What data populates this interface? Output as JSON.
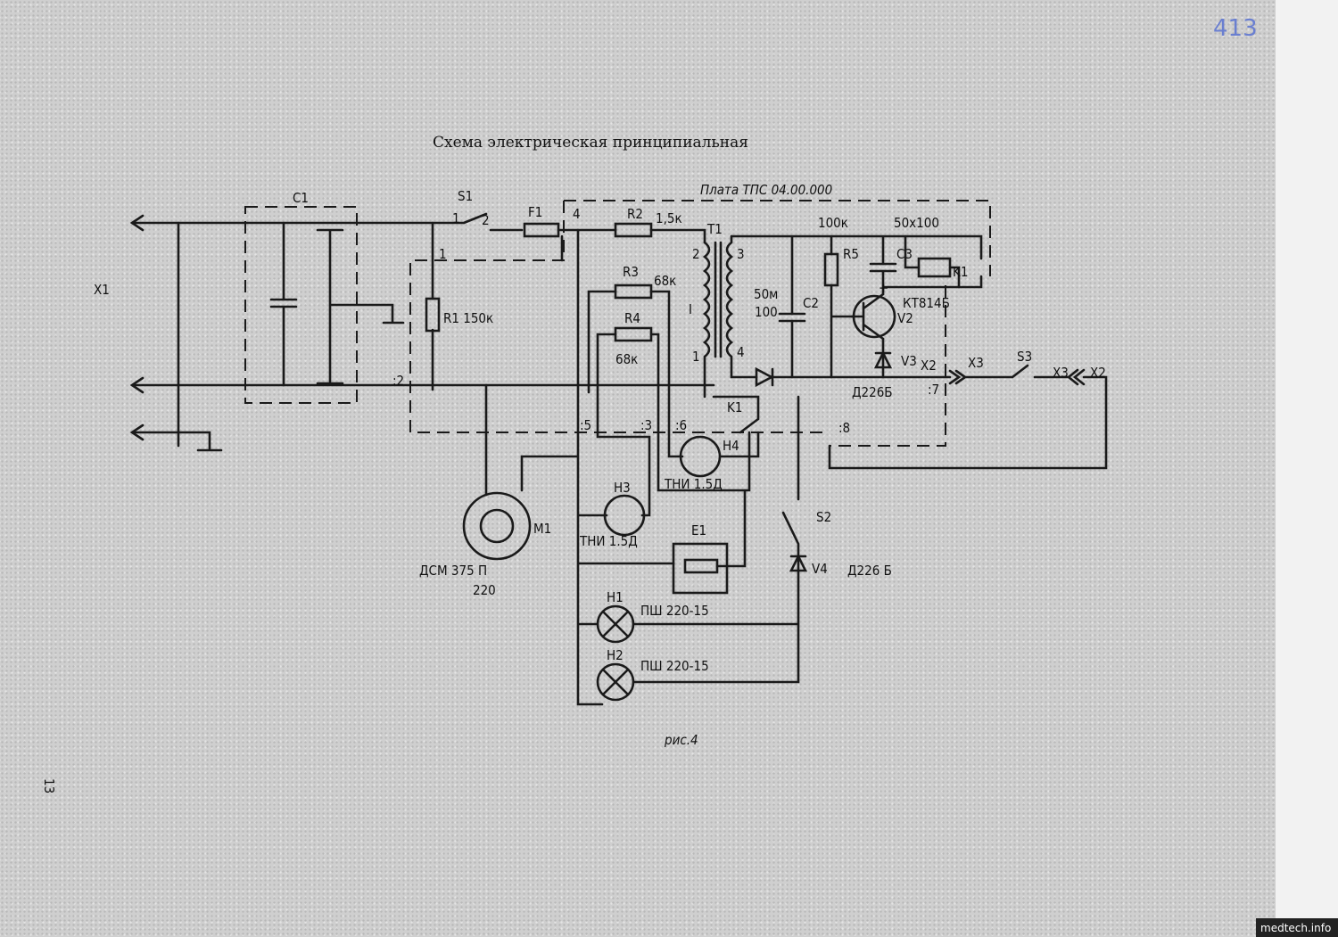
{
  "title": "Схема электрическая принципиальная",
  "board_label": "Плата  ТПС 04.00.000",
  "sheet_number": "413",
  "page_number": "13",
  "figure_caption": "рис.4",
  "watermark": "medtech.info",
  "labels": {
    "X1": "X1",
    "C1": "C1",
    "S1": "S1",
    "S1_pin1": "1",
    "S1_pin2": "2",
    "F1": "F1",
    "node4": "4",
    "node1": "1",
    "node2": ":2",
    "R1": "R1 150к",
    "R2": "R2",
    "R2_val": "1,5к",
    "R3": "R3",
    "R3_val": "68к",
    "R4": "R4",
    "R4_val": "68к",
    "T1": "T1",
    "winding_I": "I",
    "T1_p2": "2",
    "T1_p1": "1",
    "T1_p3": "3",
    "T1_p4": "4",
    "C2_val": "50м\n100",
    "C2_val1": "50м",
    "C2_val2": "100",
    "C2": "C2",
    "R5_val": "100к",
    "R5": "R5",
    "C3_val": "50х100",
    "C3": "C3",
    "K1": "K1",
    "V2_type": "КТ814Б",
    "V2": "V2",
    "V3": "V3",
    "V3_type": "Д226Б",
    "X2": "X2",
    "X3": "X3",
    "S3": "S3",
    "X3b": "X3",
    "X2b": "X2",
    "node7": ":7",
    "node5": ":5",
    "node3": ":3",
    "node6": ":6",
    "node8": ":8",
    "K1b": "K1",
    "H4": "H4",
    "H4_type": "ТНИ 1.5Д",
    "H3": "H3",
    "H3_type": "ТНИ 1.5Д",
    "M1": "M1",
    "M1_type": "ДСМ 375 П",
    "M1_volt": "220",
    "E1": "E1",
    "S2": "S2",
    "V4": "V4",
    "V4_type": "Д226 Б",
    "H1": "H1",
    "H1_type": "ПШ 220-15",
    "H2": "H2",
    "H2_type": "ПШ 220-15"
  }
}
